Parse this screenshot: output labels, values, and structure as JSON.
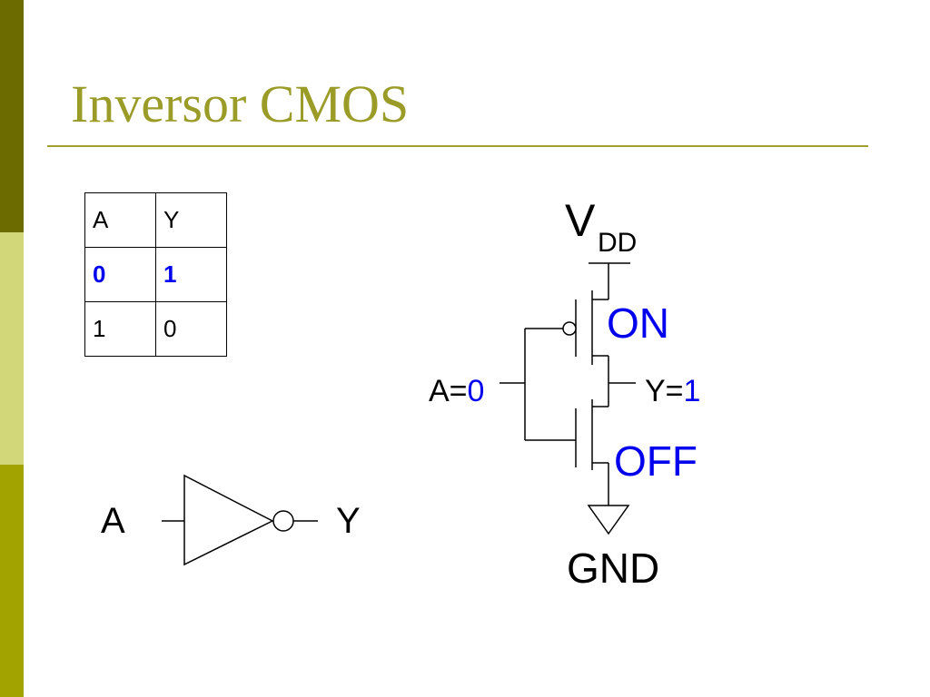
{
  "slide": {
    "title": "Inversor CMOS",
    "accent_colors": {
      "title": "#9b9b28",
      "sidebar_dark": "#6b6b00",
      "sidebar_light": "#d2d77a",
      "sidebar_mid": "#a3a300",
      "highlight": "#0000ee"
    }
  },
  "truth_table": {
    "headers": [
      "A",
      "Y"
    ],
    "rows": [
      [
        "0",
        "1"
      ],
      [
        "1",
        "0"
      ]
    ]
  },
  "gate_symbol": {
    "input": "A",
    "output": "Y"
  },
  "circuit": {
    "vdd_main": "V",
    "vdd_sub": "DD",
    "gnd": "GND",
    "input_name": "A=",
    "input_value": "0",
    "output_name": "Y=",
    "output_value": "1",
    "pmos_state": "ON",
    "nmos_state": "OFF"
  }
}
